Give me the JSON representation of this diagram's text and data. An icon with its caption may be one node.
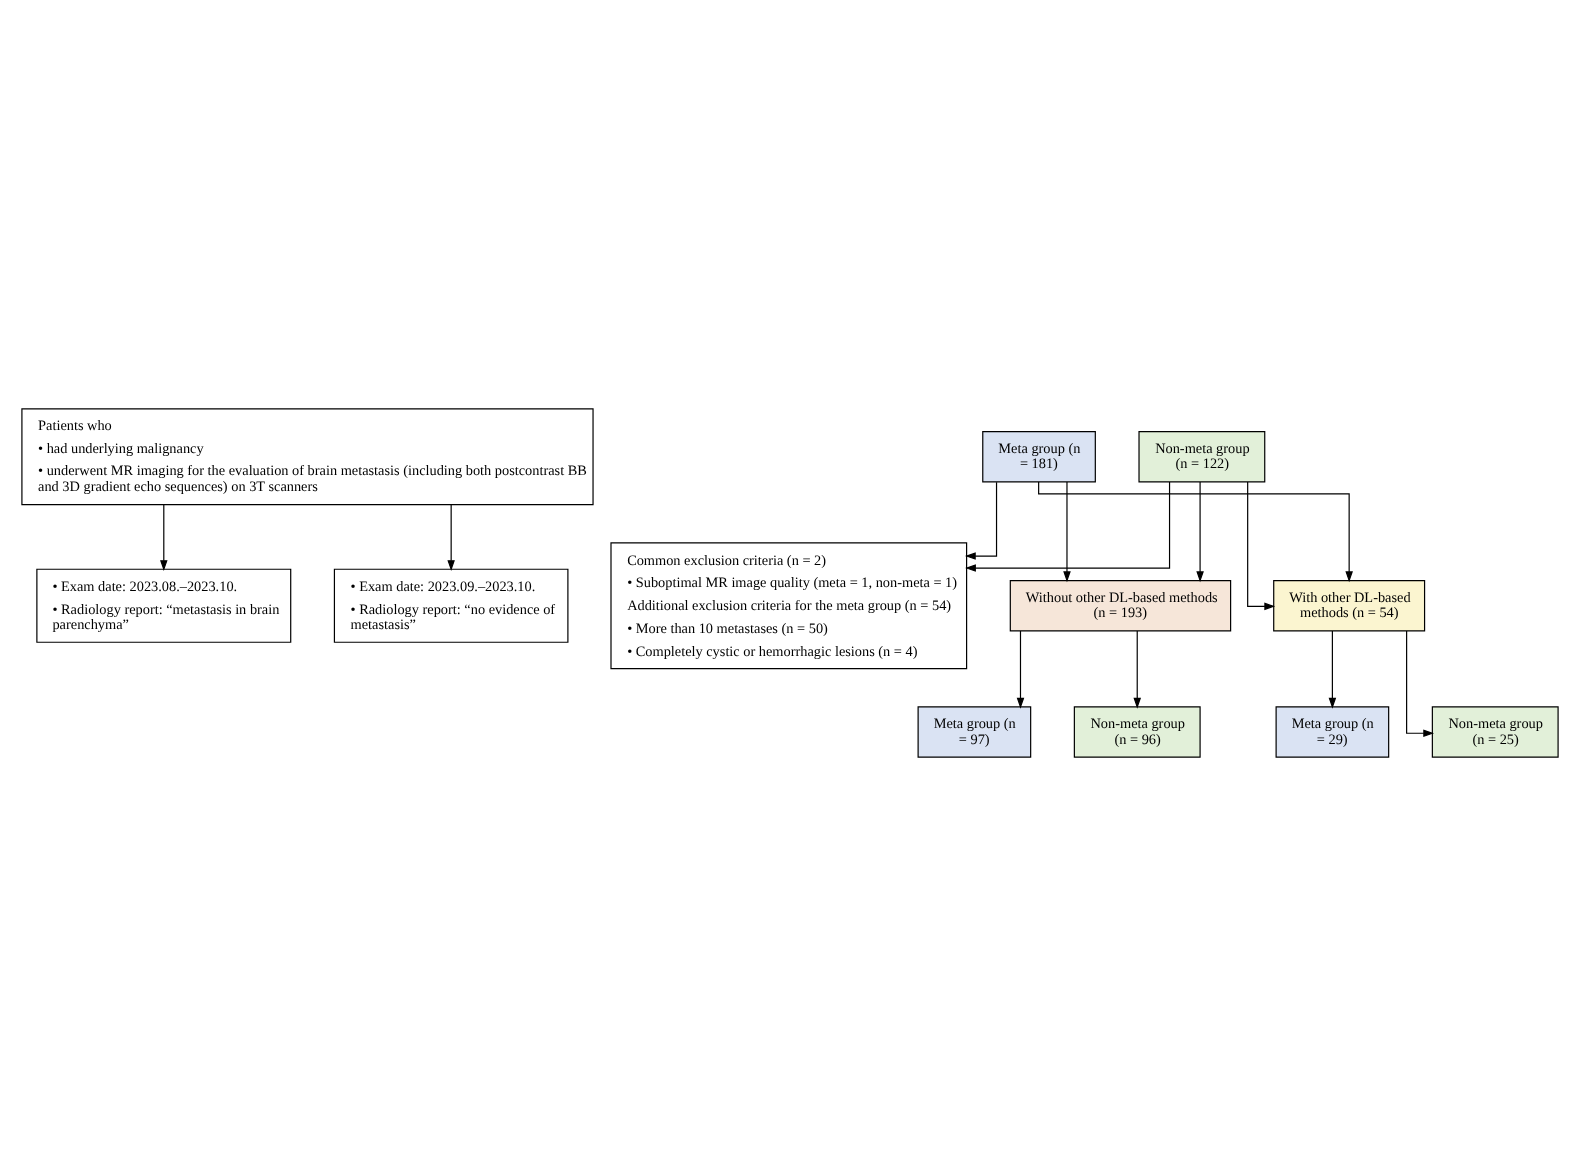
{
  "diagram": {
    "nodes": [
      {
        "text": [
          "Patients who",
          "• had underlying malignancy",
          "• underwent MR imaging for the evaluation of brain metastasis (including both postcontrast BB and 3D gradient echo sequences) on 3T scanners"
        ]
      },
      {
        "text": [
          "• Exam date: 2023.08.–2023.10.",
          "• Radiology report: “metastasis in brain parenchyma”"
        ]
      },
      {
        "text": [
          "• Exam date: 2023.09.–2023.10.",
          "• Radiology report: “no evidence of metastasis”"
        ]
      },
      {
        "text": [
          "Meta group (n = 181)"
        ]
      },
      {
        "text": [
          "Non-meta group (n = 122)"
        ]
      },
      {
        "text": [
          "Common exclusion criteria (n = 2)",
          "• Suboptimal MR image quality (meta = 1, non-meta = 1)",
          "Additional exclusion criteria for the meta group (n = 54)",
          "• More than 10 metastases (n = 50)",
          "• Completely cystic or hemorrhagic lesions (n = 4)"
        ]
      },
      {
        "text": [
          "Without other DL-based methods (n = 193)"
        ]
      },
      {
        "text": [
          "With other DL-based methods (n = 54)"
        ]
      },
      {
        "text": [
          "Meta group (n = 97)"
        ]
      },
      {
        "text": [
          "Non-meta group (n = 96)"
        ]
      },
      {
        "text": [
          "Meta group (n = 29)"
        ]
      },
      {
        "text": [
          "Non-meta group (n = 25)"
        ]
      }
    ],
    "edges": [
      {
        "from": 0,
        "to": 1,
        "arrow": "to"
      },
      {
        "from": 0,
        "to": 2,
        "arrow": "to"
      },
      {
        "from": 3,
        "to": 5,
        "arrow": "to"
      },
      {
        "from": 4,
        "to": 5,
        "arrow": "to"
      },
      {
        "from": 3,
        "to": 6,
        "arrow": "to"
      },
      {
        "from": 3,
        "to": 7,
        "arrow": "to"
      },
      {
        "from": 4,
        "to": 6,
        "arrow": "to"
      },
      {
        "from": 4,
        "to": 7,
        "arrow": "to"
      },
      {
        "from": 6,
        "to": 8,
        "arrow": "to"
      },
      {
        "from": 6,
        "to": 9,
        "arrow": "to"
      },
      {
        "from": 7,
        "to": 10,
        "arrow": "to"
      },
      {
        "from": 7,
        "to": 11,
        "arrow": "to"
      }
    ]
  }
}
